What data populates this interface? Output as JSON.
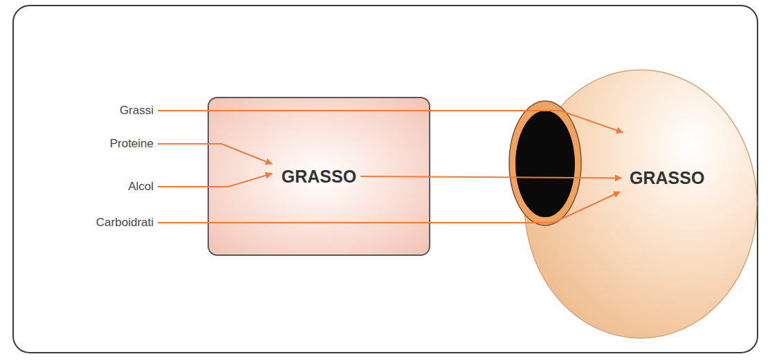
{
  "diagram": {
    "nodes": [
      {
        "text": [
          "Grassi"
        ]
      },
      {
        "text": [
          "Proteine"
        ]
      },
      {
        "text": [
          "Alcol"
        ]
      },
      {
        "text": [
          "Carboidrati"
        ]
      },
      {
        "text": [
          "GRASSO"
        ]
      },
      {
        "text": [
          "GRASSO"
        ]
      }
    ],
    "edges": [
      {
        "from": 0,
        "to": 5,
        "arrow": "to"
      },
      {
        "from": 1,
        "to": 4,
        "arrow": "to"
      },
      {
        "from": 2,
        "to": 4,
        "arrow": "to"
      },
      {
        "from": 4,
        "to": 5,
        "arrow": "to"
      },
      {
        "from": 3,
        "to": 5,
        "arrow": "to"
      }
    ]
  }
}
